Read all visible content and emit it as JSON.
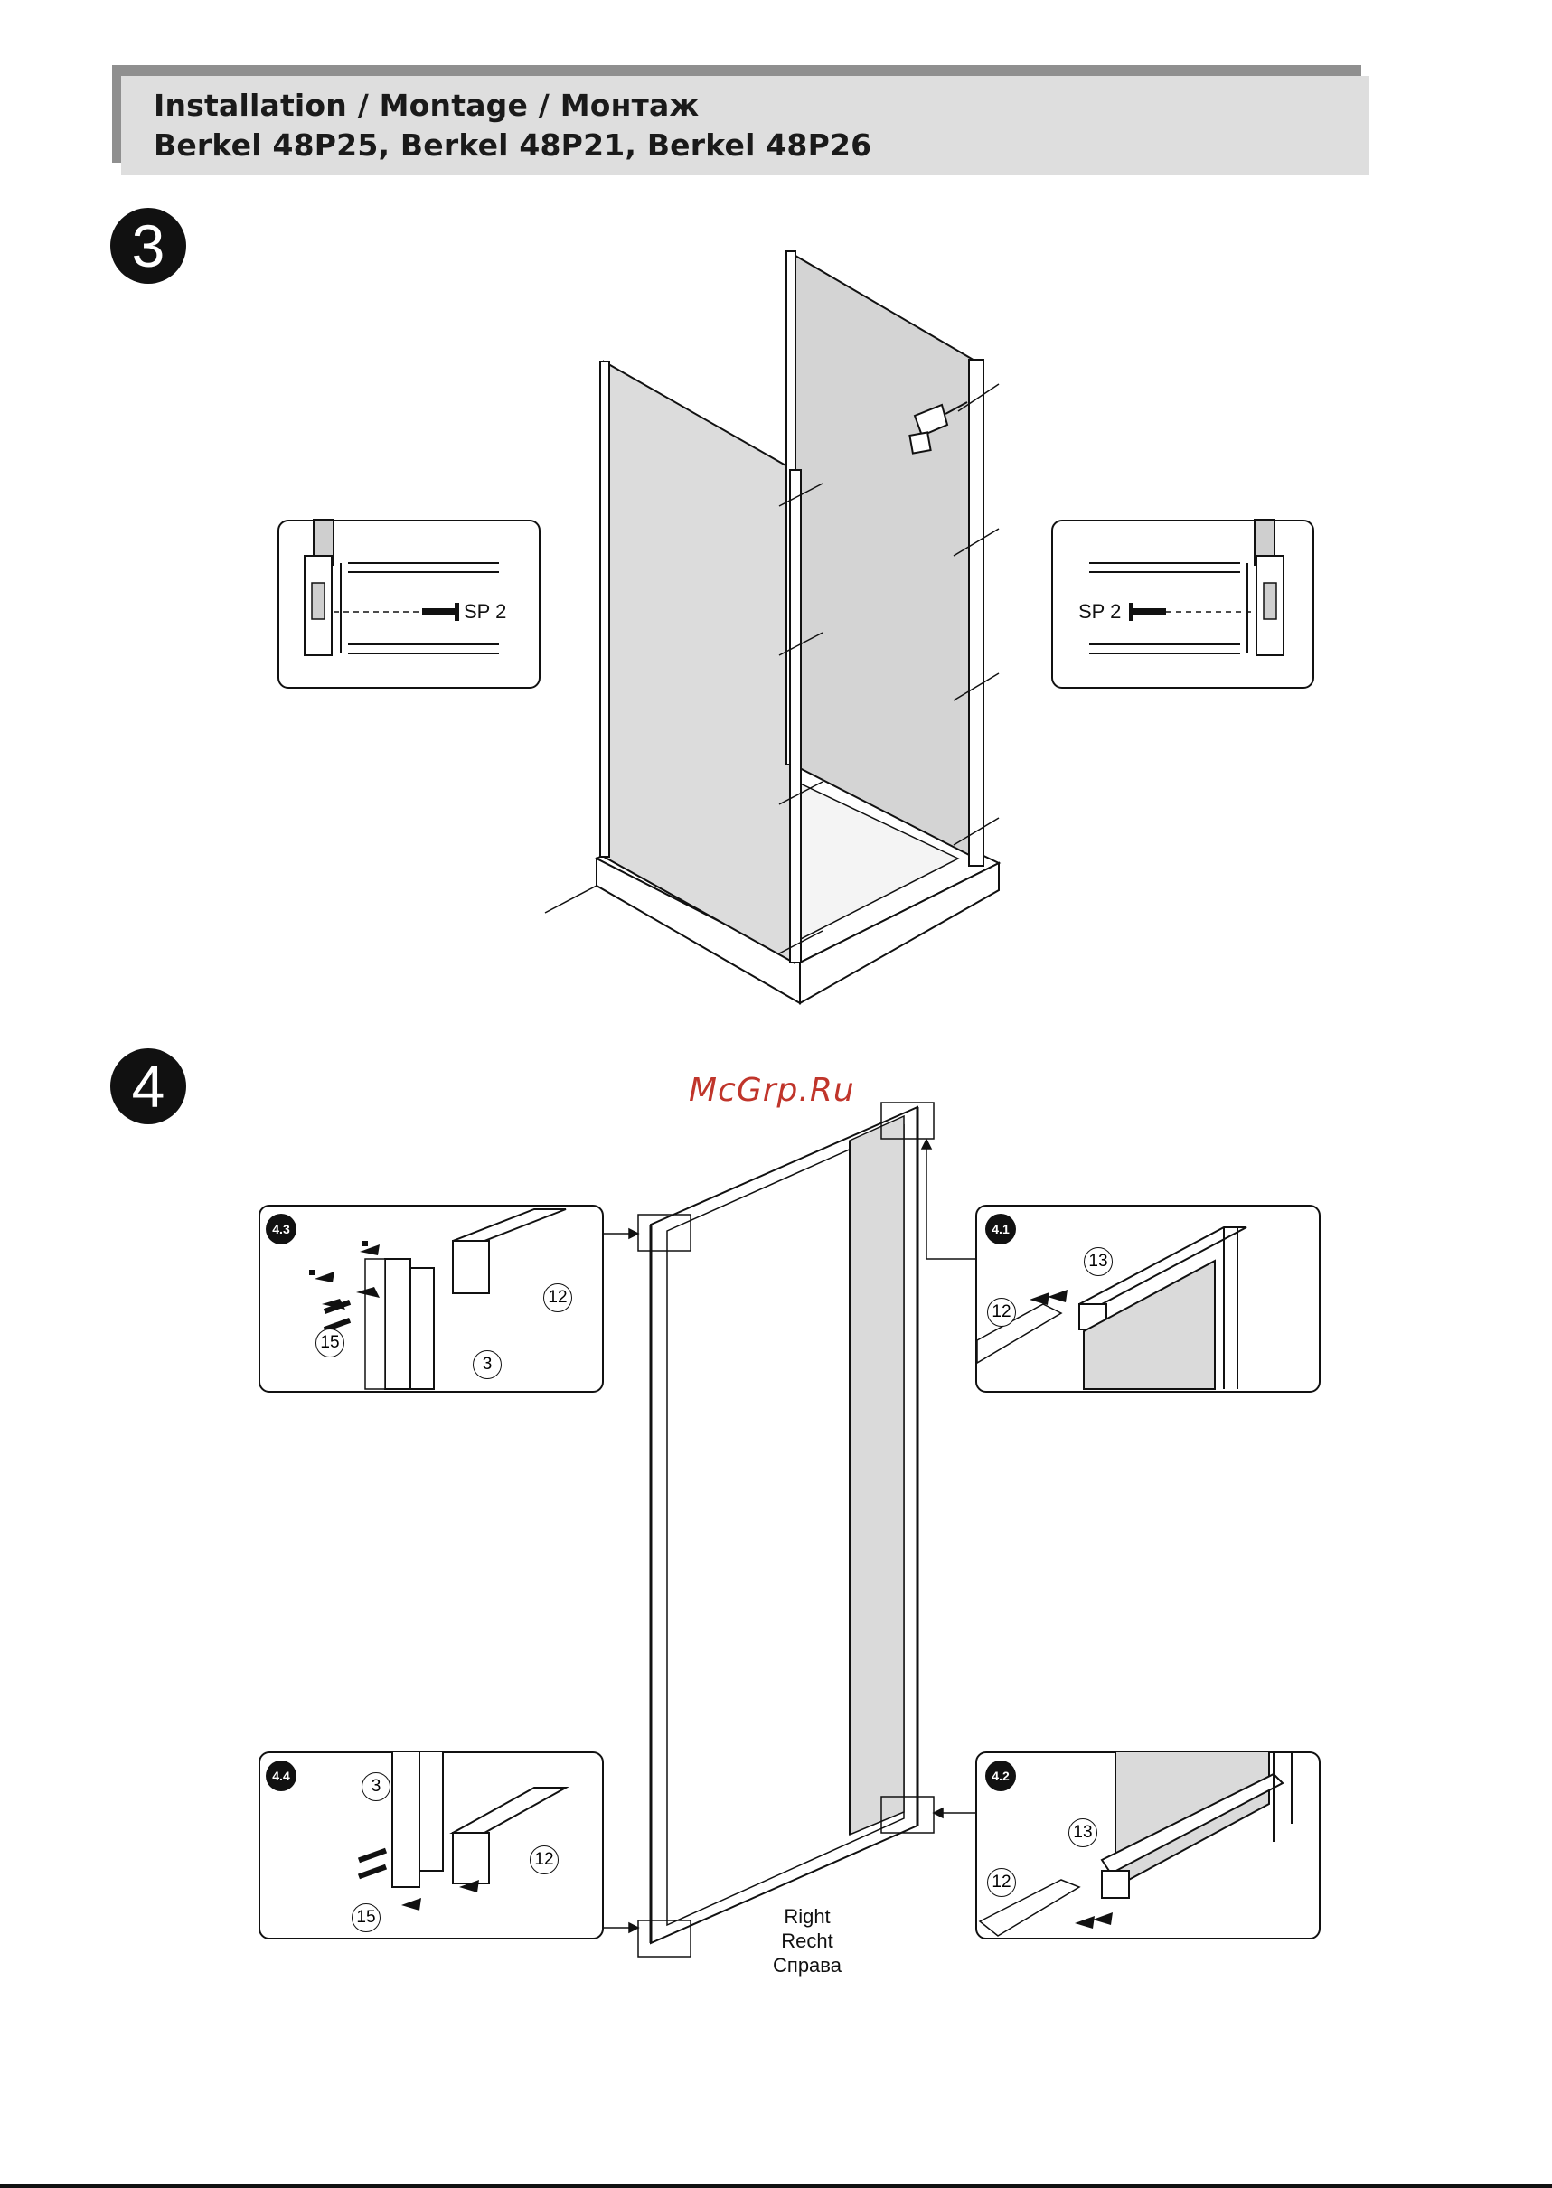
{
  "header": {
    "line1": "Installation / Montage / Монтаж",
    "line2": "Berkel 48P25, Berkel 48P21, Berkel 48P26"
  },
  "watermark": "McGrp.Ru",
  "step3": {
    "number": "3",
    "left_callout_label": "SP 2",
    "right_callout_label": "SP 2"
  },
  "step4": {
    "number": "4",
    "callouts": {
      "c43": {
        "badge": "4.3",
        "parts": [
          "12",
          "15",
          "3"
        ]
      },
      "c41": {
        "badge": "4.1",
        "parts": [
          "13",
          "12"
        ]
      },
      "c44": {
        "badge": "4.4",
        "parts": [
          "3",
          "12",
          "15"
        ]
      },
      "c42": {
        "badge": "4.2",
        "parts": [
          "13",
          "12"
        ]
      }
    },
    "direction": {
      "en": "Right",
      "de": "Recht",
      "ru": "Справа"
    }
  }
}
